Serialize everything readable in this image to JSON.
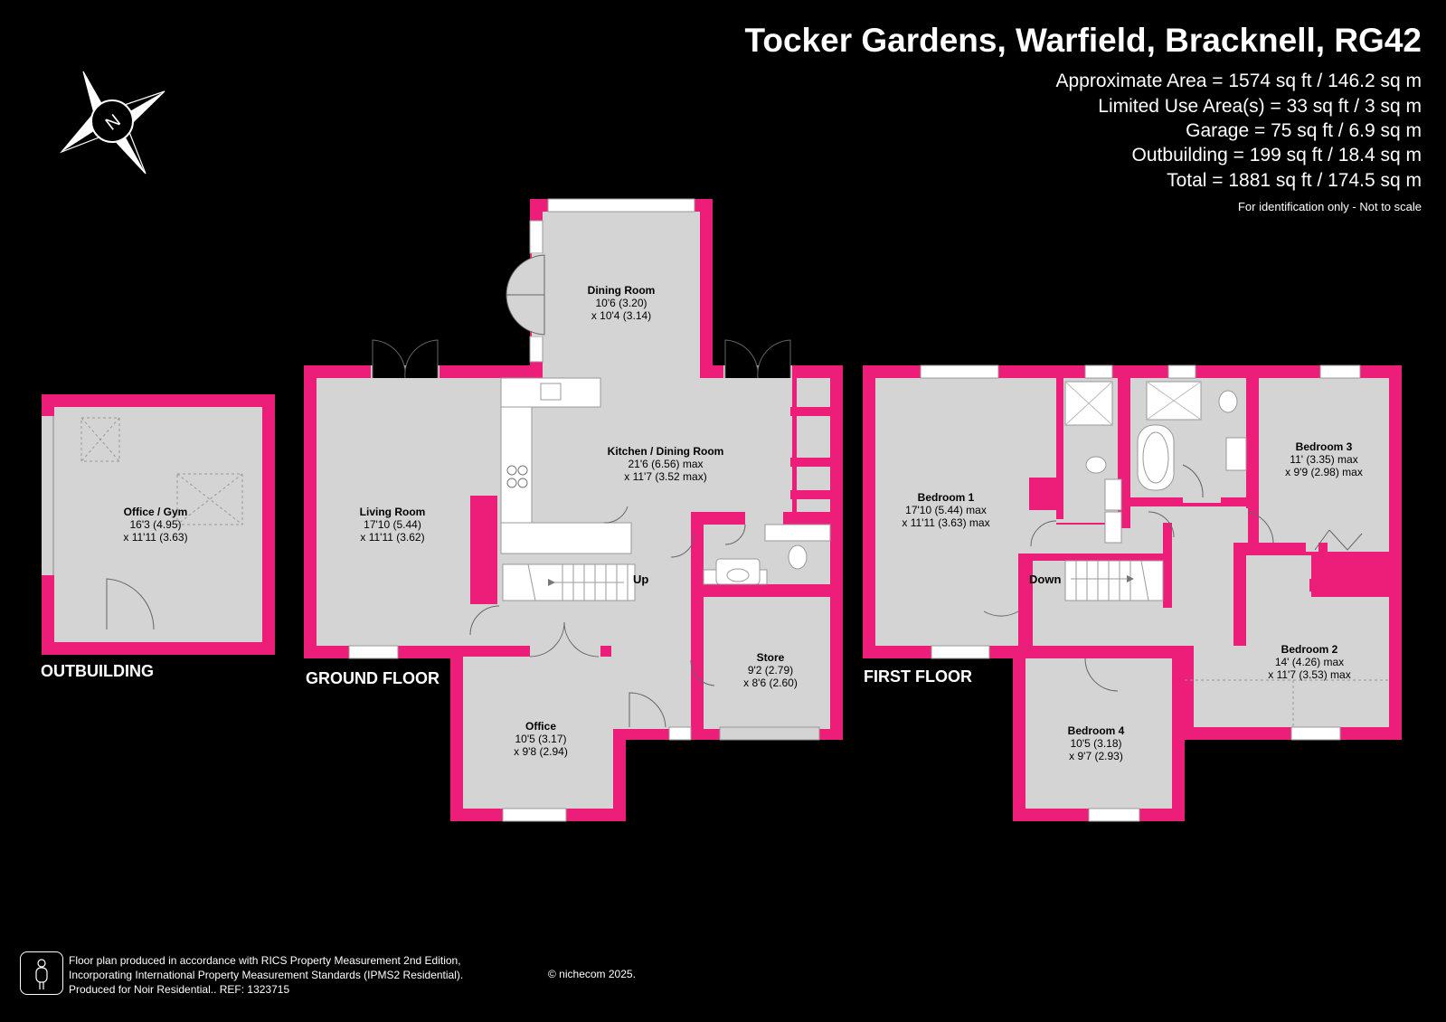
{
  "header": {
    "title": "Tocker Gardens, Warfield, Bracknell, RG42",
    "areas": [
      "Approximate Area = 1574 sq ft / 146.2 sq m",
      "Limited Use Area(s) = 33 sq ft / 3 sq m",
      "Garage = 75 sq ft / 6.9 sq m",
      "Outbuilding = 199 sq ft / 18.4 sq m",
      "Total = 1881 sq ft / 174.5 sq m"
    ],
    "note": "For identification only - Not to scale"
  },
  "compass": {
    "letter": "N"
  },
  "floors": {
    "outbuilding": "OUTBUILDING",
    "ground": "GROUND FLOOR",
    "first": "FIRST FLOOR"
  },
  "rooms": {
    "office_gym": {
      "name": "Office / Gym",
      "dim1": "16'3 (4.95)",
      "dim2": "x 11'11 (3.63)"
    },
    "living_room": {
      "name": "Living Room",
      "dim1": "17'10 (5.44)",
      "dim2": "x 11'11 (3.62)"
    },
    "dining_room": {
      "name": "Dining Room",
      "dim1": "10'6 (3.20)",
      "dim2": "x 10'4 (3.14)"
    },
    "kitchen_dining": {
      "name": "Kitchen / Dining Room",
      "dim1": "21'6 (6.56) max",
      "dim2": "x 11'7 (3.52 max)"
    },
    "store": {
      "name": "Store",
      "dim1": "9'2 (2.79)",
      "dim2": "x 8'6 (2.60)"
    },
    "office": {
      "name": "Office",
      "dim1": "10'5 (3.17)",
      "dim2": "x 9'8 (2.94)"
    },
    "bedroom1": {
      "name": "Bedroom 1",
      "dim1": "17'10 (5.44) max",
      "dim2": "x 11'11 (3.63) max"
    },
    "bedroom2": {
      "name": "Bedroom 2",
      "dim1": "14' (4.26) max",
      "dim2": "x 11'7 (3.53) max"
    },
    "bedroom3": {
      "name": "Bedroom 3",
      "dim1": "11' (3.35) max",
      "dim2": "x 9'9 (2.98) max"
    },
    "bedroom4": {
      "name": "Bedroom 4",
      "dim1": "10'5 (3.18)",
      "dim2": "x 9'7 (2.93)"
    }
  },
  "stairs": {
    "up": "Up",
    "down": "Down"
  },
  "footer": {
    "lines": [
      "Floor plan produced in accordance with RICS Property Measurement 2nd Edition,",
      "Incorporating International Property Measurement Standards (IPMS2 Residential).",
      "Produced for Noir Residential..   REF: 1323715"
    ],
    "copyright": "© nichecom 2025."
  },
  "colors": {
    "wall": "#ED1E79",
    "floor": "#D4D4D4",
    "background": "#000000",
    "text": "#FFFFFF"
  }
}
